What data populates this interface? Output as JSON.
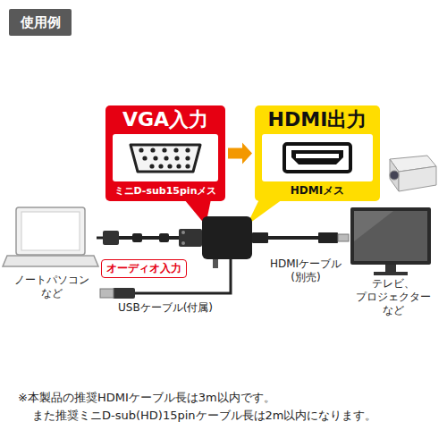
{
  "diagram": {
    "nodes": [
      {
        "text": [
          "使用例"
        ]
      },
      {
        "text": [
          "VGA入力",
          "ミニD-sub15pinメス"
        ]
      },
      {
        "text": [
          "HDMI出力",
          "HDMIメス"
        ]
      },
      {
        "text": [
          "オーディオ入力"
        ]
      }
    ],
    "edges": [
      {
        "from": 1,
        "to": 2,
        "arrow": "to"
      }
    ],
    "labels": [
      "ノートパソコン など",
      "HDMIケーブル (別売)",
      "テレビ、プロジェクター など",
      "USBケーブル(付属)",
      "※本製品の推奨HDMIケーブル長は3m以内です。",
      "また推奨ミニD-sub(HD)15pinケーブル長は2m以内になります。"
    ]
  }
}
